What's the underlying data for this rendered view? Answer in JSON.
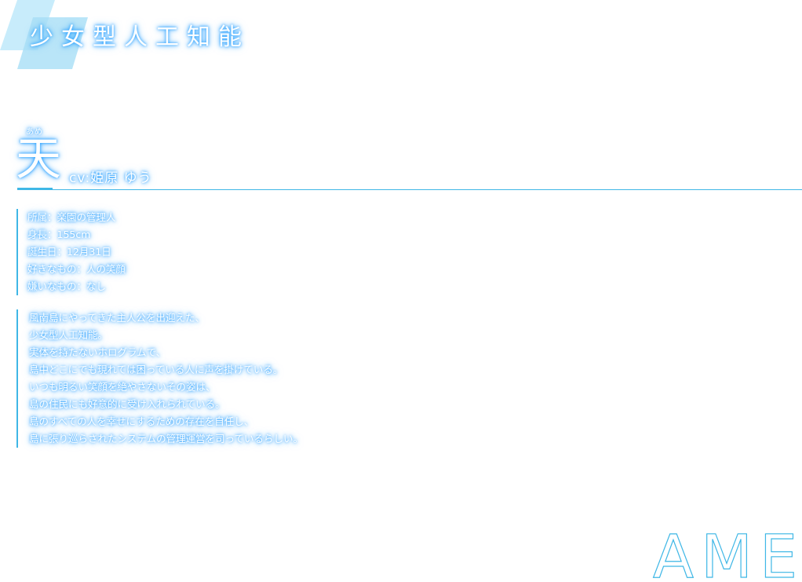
{
  "header": {
    "title": "少女型人工知能"
  },
  "character": {
    "ruby": "あめ",
    "name": "天",
    "cv": "cv:姫原 ゆう",
    "romaji": "AME"
  },
  "profile": [
    "所属：楽園の管理人",
    "身長：155cm",
    "誕生日：12月31日",
    "好きなもの：人の笑顔",
    "嫌いなもの：なし"
  ],
  "description": [
    "風南島にやってきた主人公を出迎えた、",
    "少女型人工知能。",
    "実体を持たないホログラムで、",
    "島中どこにでも現れては困っている人に声を掛けている。",
    "いつも明るい笑顔を絶やさないその姿は、",
    "島の住民にも好意的に受け入れられている。",
    "島のすべての人を幸せにするための存在を自任し、",
    "島に張り巡らされたシステムの管理運営を司っているらしい。"
  ],
  "colors": {
    "accent": "#3fb7e6",
    "glow": "#28a0ff",
    "deco_light": "#c8ecfb",
    "deco_mid": "#a8def6"
  }
}
